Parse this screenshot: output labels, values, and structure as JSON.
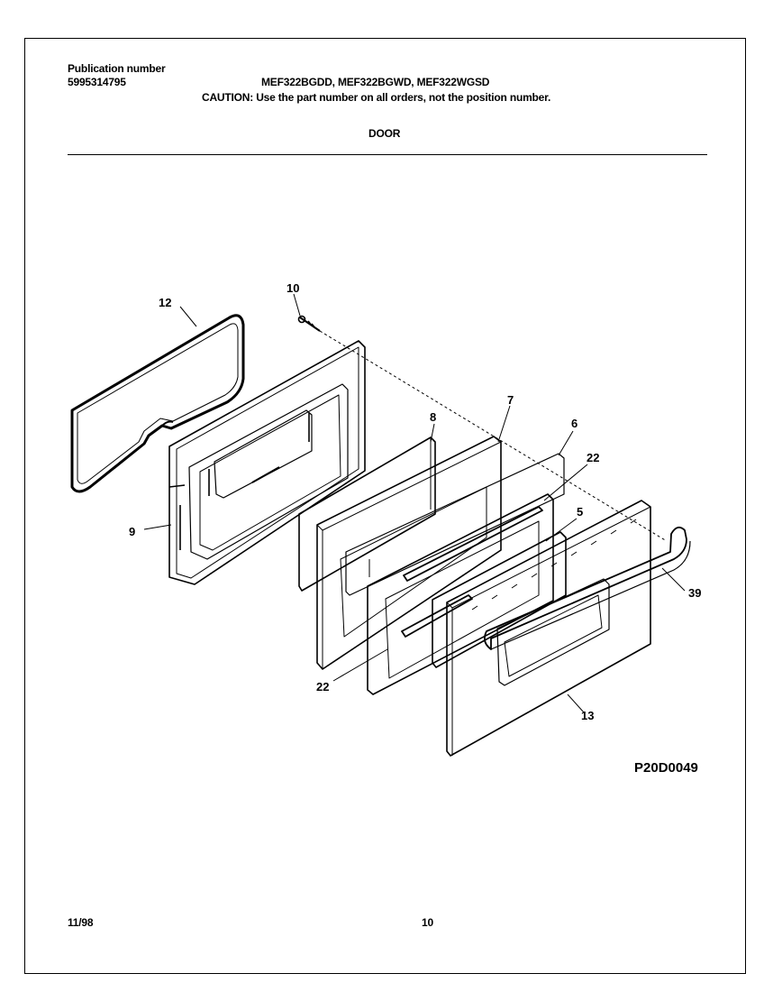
{
  "header": {
    "publication_label": "Publication number",
    "publication_number": "5995314795",
    "models": "MEF322BGDD, MEF322BGWD, MEF322WGSD",
    "caution": "CAUTION:  Use the part number on all orders, not the position number.",
    "section_title": "DOOR"
  },
  "diagram": {
    "callouts": {
      "p12": "12",
      "p10": "10",
      "p8": "8",
      "p7": "7",
      "p6": "6",
      "p22a": "22",
      "p5": "5",
      "p9": "9",
      "p39": "39",
      "p22b": "22",
      "p13": "13"
    },
    "code": "P20D0049"
  },
  "footer": {
    "date": "11/98",
    "page": "10"
  }
}
